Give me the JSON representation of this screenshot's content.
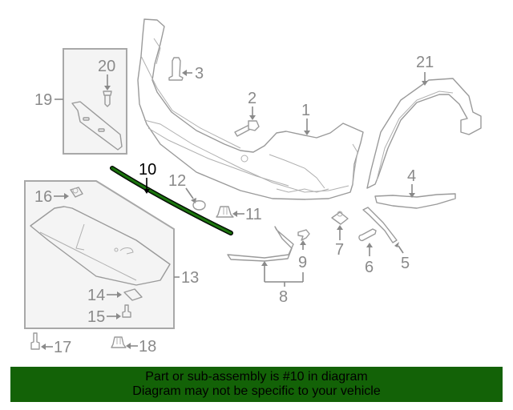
{
  "diagram": {
    "highlighted_part": "10",
    "highlight_color": "#136207",
    "callouts": [
      {
        "id": "1",
        "label": "1"
      },
      {
        "id": "2",
        "label": "2"
      },
      {
        "id": "3",
        "label": "3"
      },
      {
        "id": "4",
        "label": "4"
      },
      {
        "id": "5",
        "label": "5"
      },
      {
        "id": "6",
        "label": "6"
      },
      {
        "id": "7",
        "label": "7"
      },
      {
        "id": "8",
        "label": "8"
      },
      {
        "id": "9",
        "label": "9"
      },
      {
        "id": "10",
        "label": "10"
      },
      {
        "id": "11",
        "label": "11"
      },
      {
        "id": "12",
        "label": "12"
      },
      {
        "id": "13",
        "label": "13"
      },
      {
        "id": "14",
        "label": "14"
      },
      {
        "id": "15",
        "label": "15"
      },
      {
        "id": "16",
        "label": "16"
      },
      {
        "id": "17",
        "label": "17"
      },
      {
        "id": "18",
        "label": "18"
      },
      {
        "id": "19",
        "label": "19"
      },
      {
        "id": "20",
        "label": "20"
      },
      {
        "id": "21",
        "label": "21"
      }
    ]
  },
  "banner": {
    "line1": "Part or sub-assembly is #10 in diagram",
    "line2": "Diagram may not be specific to your vehicle",
    "background": "#136207"
  }
}
